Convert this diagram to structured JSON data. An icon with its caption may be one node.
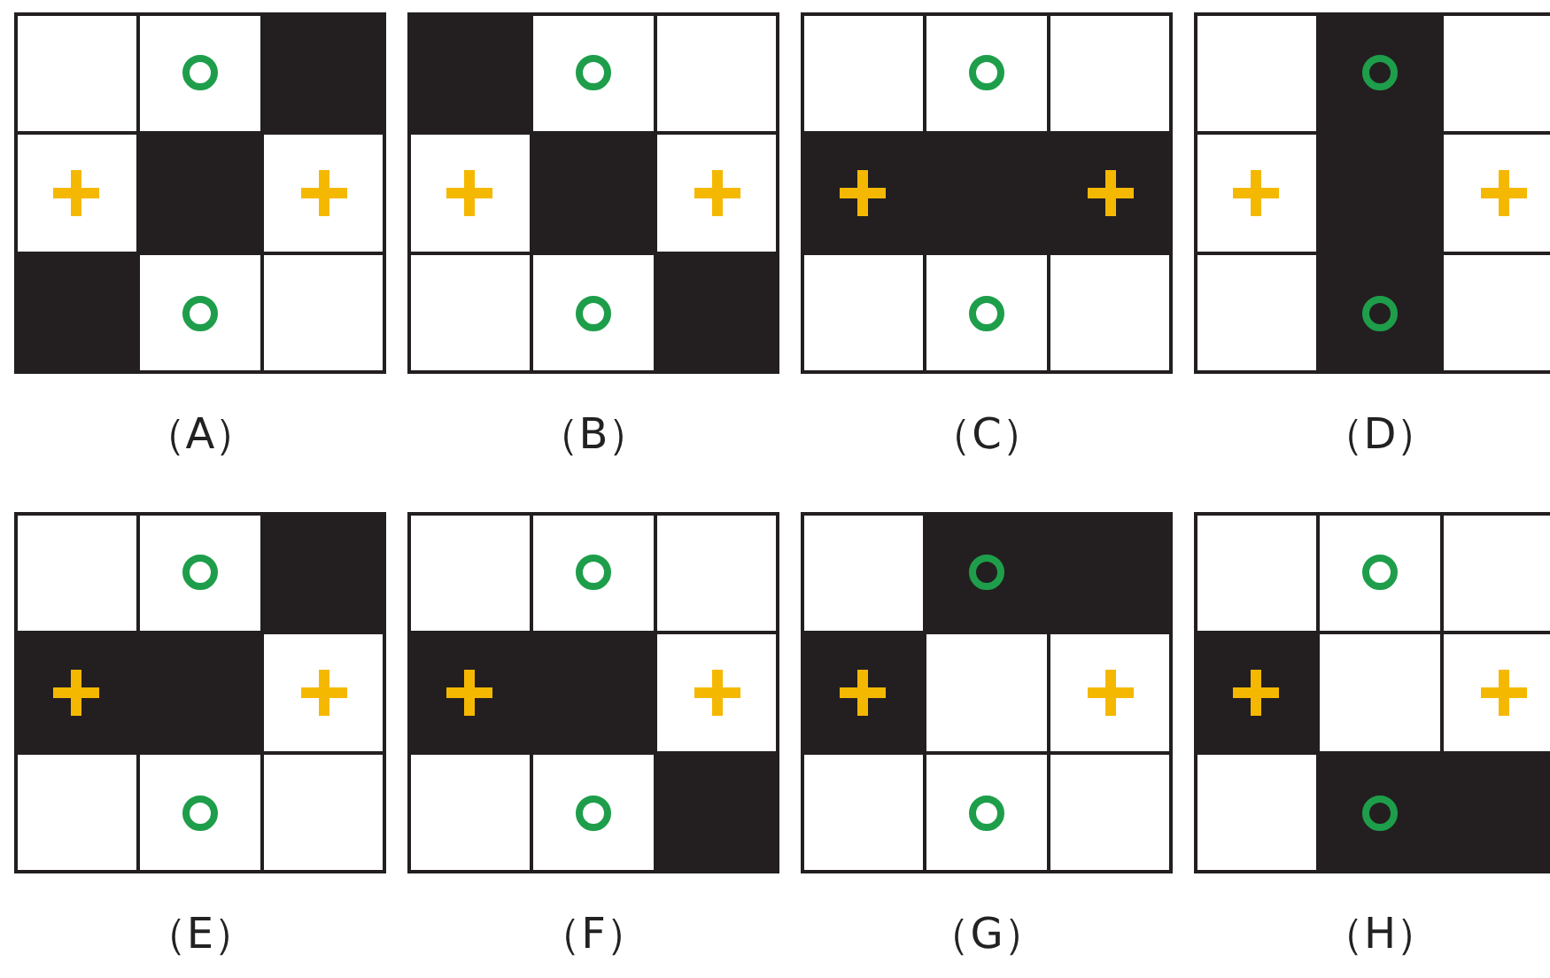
{
  "diagram": {
    "labels": [
      "（A）",
      "（B）",
      "（C）",
      "（D）",
      "（E）",
      "（F）",
      "（G）",
      "（H）"
    ]
  }
}
